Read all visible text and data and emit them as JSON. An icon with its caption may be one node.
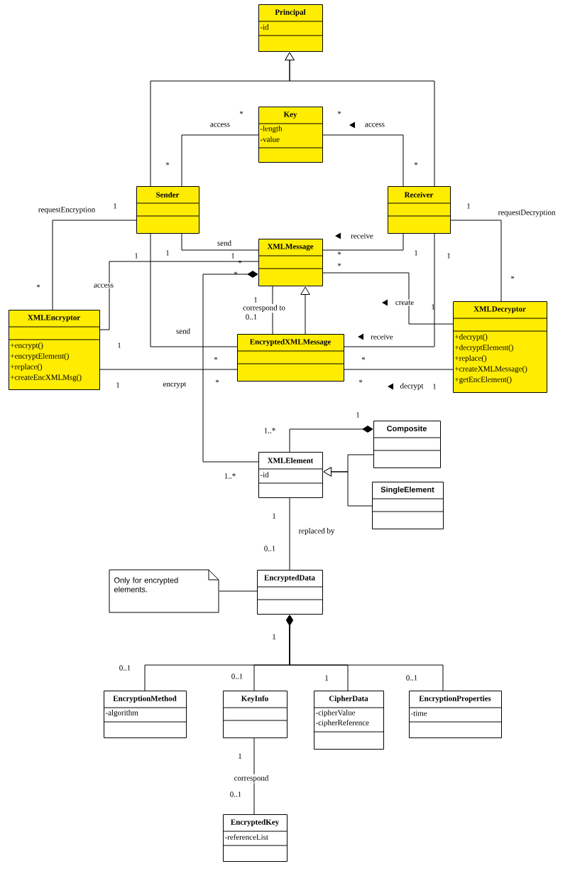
{
  "diagram": {
    "nodes": [
      {
        "text": [
          "Principal",
          "-id"
        ]
      },
      {
        "text": [
          "Key",
          "-length",
          "-value"
        ]
      },
      {
        "text": [
          "Sender"
        ]
      },
      {
        "text": [
          "Receiver"
        ]
      },
      {
        "text": [
          "XMLMessage"
        ]
      },
      {
        "text": [
          "XMLEncryptor",
          "+encrypt()",
          "+encryptElement()",
          "+replace()",
          "+createEncXMLMsg()"
        ]
      },
      {
        "text": [
          "XMLDecryptor",
          "+decrypt()",
          "+decryptElement()",
          "+replace()",
          "+createXMLMessage()",
          "+getEncElement()"
        ]
      },
      {
        "text": [
          "EncryptedXMLMessage"
        ]
      },
      {
        "text": [
          "Composite"
        ]
      },
      {
        "text": [
          "XMLElement",
          "-id"
        ]
      },
      {
        "text": [
          "SingleElement"
        ]
      },
      {
        "text": [
          "Only for encrypted elements."
        ]
      },
      {
        "text": [
          "EncryptedData"
        ]
      },
      {
        "text": [
          "EncryptionMethod",
          "-algorithm"
        ]
      },
      {
        "text": [
          "KeyInfo"
        ]
      },
      {
        "text": [
          "CipherData",
          "-cipherValue",
          "-cipherReference"
        ]
      },
      {
        "text": [
          "EncryptionProperties",
          "-time"
        ]
      },
      {
        "text": [
          "EncryptedKey",
          "-referenceList"
        ]
      }
    ],
    "edges": [
      {
        "from": 2,
        "to": 0,
        "arrow": "to"
      },
      {
        "from": 3,
        "to": 0,
        "arrow": "to"
      },
      {
        "from": 2,
        "to": 1,
        "arrow": "none",
        "label": "access"
      },
      {
        "from": 3,
        "to": 1,
        "arrow": "none",
        "label": "access"
      },
      {
        "from": 2,
        "to": 5,
        "arrow": "none",
        "label": "requestEncryption"
      },
      {
        "from": 3,
        "to": 6,
        "arrow": "none",
        "label": "requestDecryption"
      },
      {
        "from": 2,
        "to": 4,
        "arrow": "none",
        "label": "send"
      },
      {
        "from": 3,
        "to": 4,
        "arrow": "none",
        "label": "receive"
      },
      {
        "from": 5,
        "to": 4,
        "arrow": "none",
        "label": "access"
      },
      {
        "from": 4,
        "to": 9,
        "arrow": "other"
      },
      {
        "from": 4,
        "to": 7,
        "arrow": "none",
        "label": "correspond to"
      },
      {
        "from": 7,
        "to": 4,
        "arrow": "to"
      },
      {
        "from": 2,
        "to": 7,
        "arrow": "none",
        "label": "send"
      },
      {
        "from": 3,
        "to": 7,
        "arrow": "none",
        "label": "receive"
      },
      {
        "from": 6,
        "to": 4,
        "arrow": "none",
        "label": "create"
      },
      {
        "from": 5,
        "to": 7,
        "arrow": "none",
        "label": "encrypt"
      },
      {
        "from": 6,
        "to": 7,
        "arrow": "none",
        "label": "decrypt"
      },
      {
        "from": 8,
        "to": 9,
        "arrow": "other"
      },
      {
        "from": 8,
        "to": 9,
        "arrow": "to"
      },
      {
        "from": 10,
        "to": 9,
        "arrow": "to"
      },
      {
        "from": 9,
        "to": 12,
        "arrow": "none",
        "label": "replaced by"
      },
      {
        "from": 11,
        "to": 12,
        "arrow": "none"
      },
      {
        "from": 12,
        "to": 13,
        "arrow": "other"
      },
      {
        "from": 12,
        "to": 14,
        "arrow": "other"
      },
      {
        "from": 12,
        "to": 15,
        "arrow": "other"
      },
      {
        "from": 12,
        "to": 16,
        "arrow": "other"
      },
      {
        "from": 14,
        "to": 17,
        "arrow": "none",
        "label": "correspond"
      }
    ],
    "labels": [
      "*",
      "*",
      "*",
      "*",
      "1",
      "1",
      "1",
      "1",
      "1",
      "*",
      "*",
      "1",
      "*",
      "*",
      "1",
      "*",
      "*",
      "1",
      "0..1",
      "1",
      "1",
      "*",
      "*",
      "1",
      "*",
      "*",
      "1",
      "1",
      "1..*",
      "1..*",
      "1",
      "0..1",
      "1",
      "0..1",
      "0..1",
      "1",
      "0..1",
      "1",
      "0..1"
    ]
  }
}
